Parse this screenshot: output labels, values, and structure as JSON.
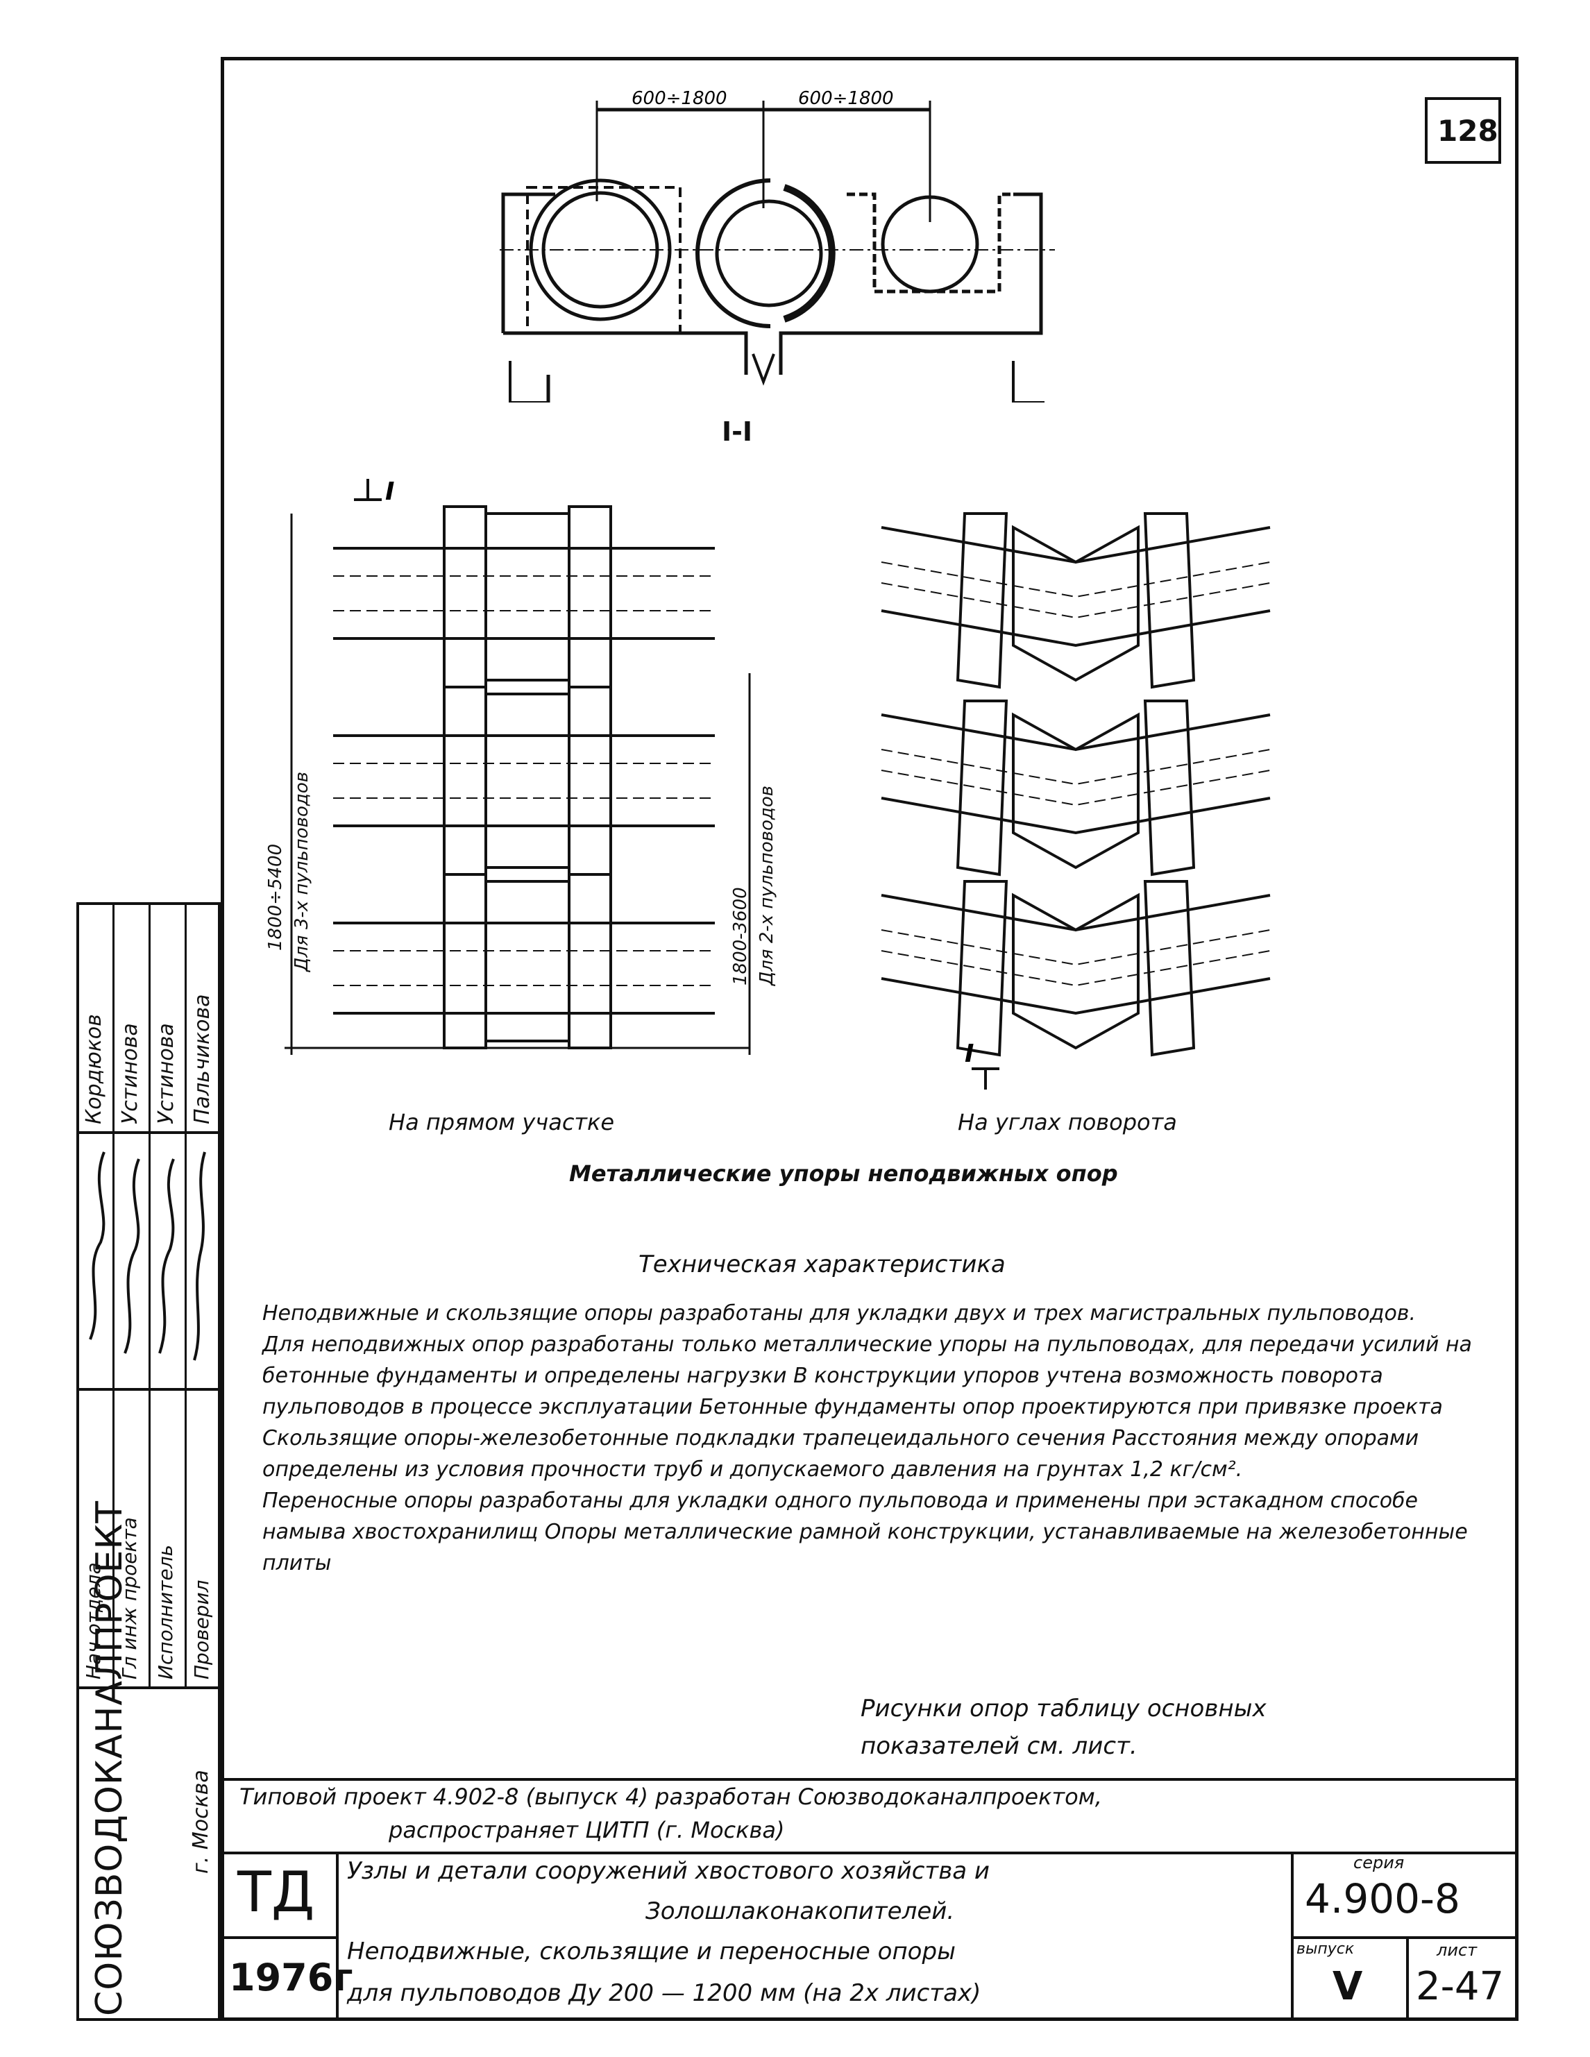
{
  "sheet_number": "128",
  "top_drawing": {
    "dimension_left": "600÷1800",
    "dimension_right": "600÷1800",
    "section_label": "I-I"
  },
  "plan_left": {
    "section_mark_top": "I",
    "dimension_3_pipes": "1800÷5400",
    "label_3_pipes": "Для 3-х пульповодов",
    "dimension_2_pipes": "1800-3600",
    "label_2_pipes": "Для 2-х пульповодов",
    "caption": "На прямом участке"
  },
  "plan_right": {
    "section_mark_bottom": "I",
    "caption": "На углах поворота"
  },
  "figure_title": "Металлические упоры неподвижных опор",
  "tech_title": "Техническая характеристика",
  "tech_paragraphs": [
    "Неподвижные и скользящие опоры разработаны для укладки двух и трех магистральных пульповодов.",
    "Для неподвижных опор разработаны только металлические упоры на пульповодах, для передачи усилий на бетонные фундаменты и определены нагрузки В конструкции упоров учтена возможность поворота пульповодов в процессе эксплуатации Бетонные фундаменты опор проектируются при привязке проекта",
    "Скользящие опоры-железобетонные подкладки трапецеидального сечения Расстояния между опорами определены из условия прочности труб и допускаемого давления на грунтах 1,2 кг/см².",
    "Переносные опоры разработаны для укладки одного пульповода и применены при эстакадном способе намыва хвостохранилищ Опоры металлические рамной конструкции, устанавливаемые на железобетонные плиты"
  ],
  "note_line1": "Рисунки опор таблицу основных",
  "note_line2": "показателей см. лист.",
  "project_line1": "Типовой проект 4.902-8 (выпуск 4) разработан Союзводоканалпроектом,",
  "project_line2": "распространяет ЦИТП (г. Москва)",
  "title_block": {
    "td": "ТД",
    "year": "1976г",
    "title_line1": "Узлы и детали сооружений хвостового хозяйства и",
    "title_line2": "Золошлаконакопителей.",
    "title_line3": "Неподвижные, скользящие и переносные опоры",
    "title_line4": "для пульповодов Ду 200 — 1200 мм (на 2х листах)",
    "series_label": "серия",
    "series_value": "4.900-8",
    "issue_label": "выпуск",
    "issue_value": "V",
    "sheet_label": "лист",
    "sheet_value": "2-47"
  },
  "side_stamp": {
    "organization": "СОЮЗВОДОКАНАЛПРОЕКТ",
    "city": "г. Москва",
    "roles": [
      "Нач отдела",
      "Гл инж проекта",
      "Исполнитель",
      "Проверил"
    ],
    "names": [
      "Кордюков",
      "Устинова",
      "Устинова",
      "Пальчикова"
    ],
    "signatures": [
      "signature",
      "signature",
      "signature",
      "signature"
    ]
  }
}
